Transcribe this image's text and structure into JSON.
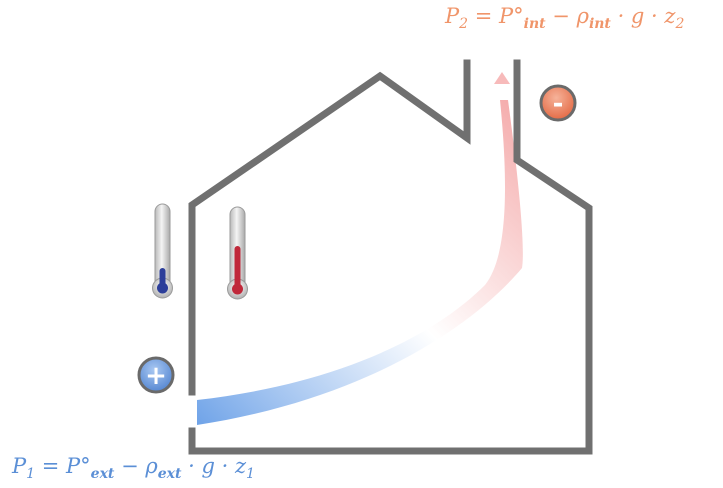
{
  "formulas": {
    "top": {
      "p": "P",
      "p_sub": "2",
      "eq": " = ",
      "p0": "P°",
      "p0_sub": "int",
      "minus": " − ",
      "rho": "ρ",
      "rho_sub": "int",
      "dot_g": " · g · ",
      "z": "z",
      "z_sub": "2",
      "color": "#f0956a"
    },
    "bottom": {
      "p": "P",
      "p_sub": "1",
      "eq": " = ",
      "p0": "P°",
      "p0_sub": "ext",
      "minus": " − ",
      "rho": "ρ",
      "rho_sub": "ext",
      "dot_g": " · g · ",
      "z": "z",
      "z_sub": "1",
      "color": "#5b8fd6"
    }
  },
  "badges": {
    "plus": {
      "symbol": "+",
      "color": "#5b8fd6"
    },
    "minus": {
      "symbol": "-",
      "color": "#e8704f"
    }
  },
  "thermometers": {
    "cold_color": "#2c3e9a",
    "hot_color": "#c0283a"
  },
  "house": {
    "wall_color": "#707070"
  },
  "airflow": {
    "start_color": "#6fa3e8",
    "end_color": "#f3a0a0"
  }
}
